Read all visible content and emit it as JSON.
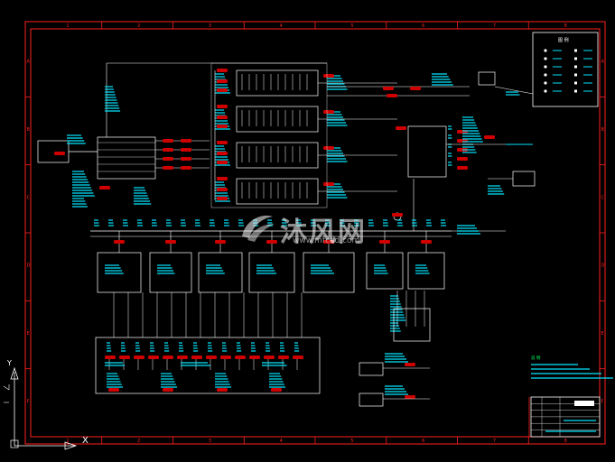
{
  "drawing": {
    "frame_color": "#ff2020",
    "line_color": "#ffffff",
    "accent_cyan": "#00e5ff",
    "tag_red": "#d00000",
    "green_accent": "#00ff60"
  },
  "ruler": {
    "top_numbers": [
      "1",
      "2",
      "3",
      "4",
      "5",
      "6",
      "7",
      "8"
    ],
    "side_letters": [
      "A",
      "B",
      "C",
      "D",
      "E",
      "F"
    ]
  },
  "legend": {
    "title": "图 例"
  },
  "coordinate_icon": {
    "y_label": "Y",
    "x_label": "X"
  },
  "watermark": {
    "text": "沐风网",
    "url": "www.mfcad.com"
  }
}
